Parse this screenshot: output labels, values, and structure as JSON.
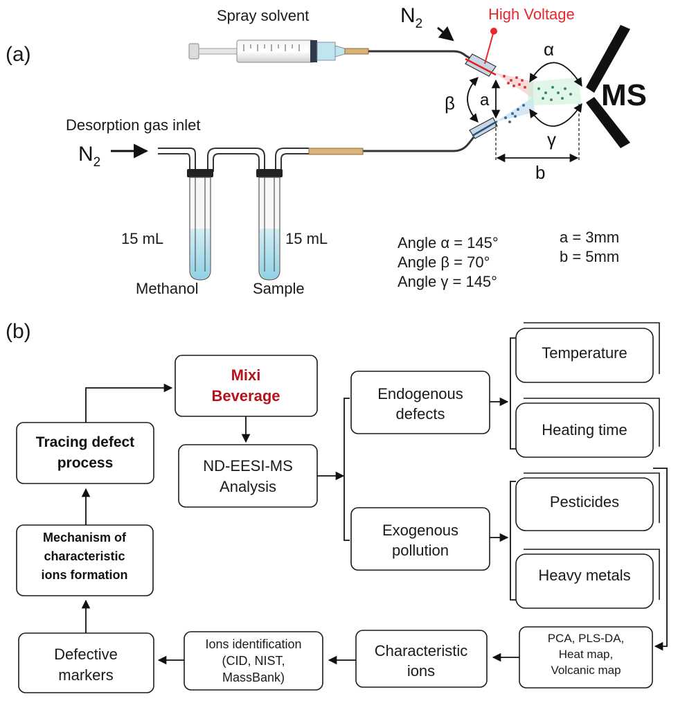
{
  "panel_a": {
    "label": "(a)",
    "spray_solvent": "Spray solvent",
    "n2_top": "N",
    "n2_top_sub": "2",
    "high_voltage": "High Voltage",
    "desorption": "Desorption gas inlet",
    "n2_left": "N",
    "n2_left_sub": "2",
    "vol_left": "15 mL",
    "vol_right": "15 mL",
    "methanol": "Methanol",
    "sample": "Sample",
    "alpha": "α",
    "beta": "β",
    "gamma": "γ",
    "a": "a",
    "b": "b",
    "ms": "MS",
    "angle_alpha": "Angle α = 145°",
    "angle_beta": "Angle β = 70°",
    "angle_gamma": "Angle γ = 145°",
    "a_value": "a = 3mm",
    "b_value": "b = 5mm"
  },
  "panel_b": {
    "label": "(b)",
    "mixi_line1": "Mixi",
    "mixi_line2": "Beverage",
    "nd_line1": "ND-EESI-MS",
    "nd_line2": "Analysis",
    "tracing_line1": "Tracing defect",
    "tracing_line2": "process",
    "mech_line1": "Mechanism of",
    "mech_line2": "characteristic",
    "mech_line3": "ions formation",
    "endo_line1": "Endogenous",
    "endo_line2": "defects",
    "exo_line1": "Exogenous",
    "exo_line2": "pollution",
    "temperature": "Temperature",
    "heating_time": "Heating time",
    "pesticides": "Pesticides",
    "heavy_metals": "Heavy metals",
    "stats_line1": "PCA, PLS-DA,",
    "stats_line2": "Heat map,",
    "stats_line3": "Volcanic map",
    "char_line1": "Characteristic",
    "char_line2": "ions",
    "ions_line1": "Ions identification",
    "ions_line2": "(CID, NIST,",
    "ions_line3": "MassBank)",
    "defective_line1": "Defective",
    "defective_line2": "markers"
  },
  "colors": {
    "accent_red": "#b5121b",
    "high_voltage_red": "#e8262b",
    "liquid_blue": "#a9dcea",
    "tubing_tan": "#d9b37a"
  }
}
